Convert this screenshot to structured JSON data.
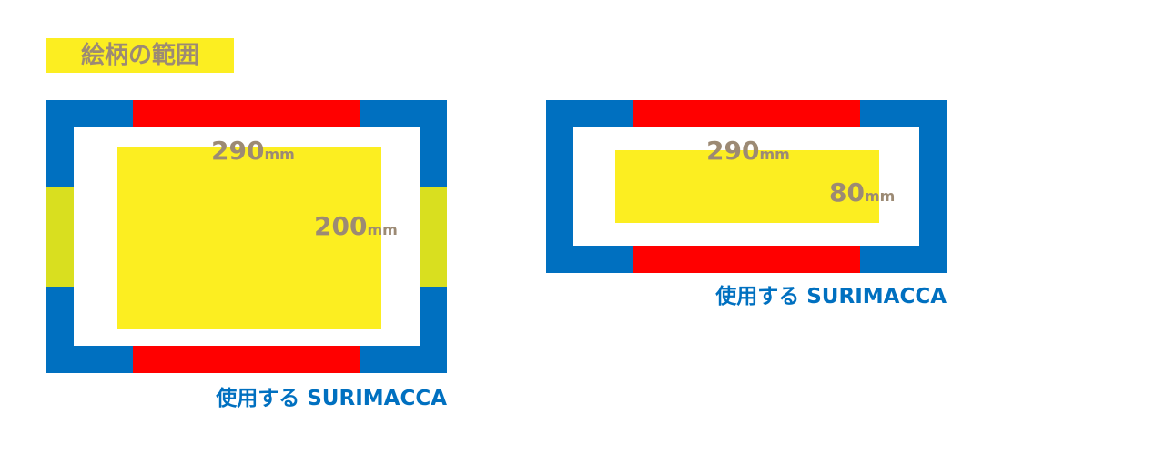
{
  "title": "絵柄の範囲",
  "diagram_large": {
    "width_value": "290",
    "width_unit": "mm",
    "height_value": "200",
    "height_unit": "mm",
    "label": "使用する SURIMACCA"
  },
  "diagram_small": {
    "width_value": "290",
    "width_unit": "mm",
    "height_value": "80",
    "height_unit": "mm",
    "label": "使用する SURIMACCA"
  },
  "colors": {
    "frame": "#0070c0",
    "accent_red": "#ff0000",
    "design_area": "#fcee21",
    "side_accent": "#d9df1f",
    "dimension_text": "#9c8a74"
  }
}
